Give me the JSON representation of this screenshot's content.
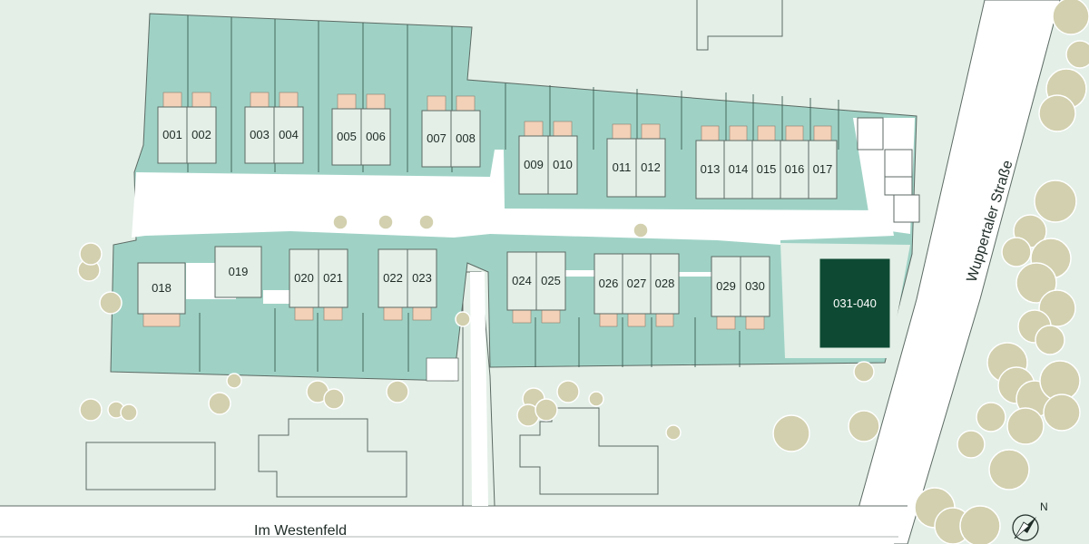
{
  "map": {
    "units": [
      "001",
      "002",
      "003",
      "004",
      "005",
      "006",
      "007",
      "008",
      "009",
      "010",
      "011",
      "012",
      "013",
      "014",
      "015",
      "016",
      "017",
      "018",
      "019",
      "020",
      "021",
      "022",
      "023",
      "024",
      "025",
      "026",
      "027",
      "028",
      "029",
      "030"
    ],
    "selected_unit": "031-040",
    "streets": {
      "main": "Wuppertaler Straße",
      "side": "Im Westenfeld"
    },
    "north_label": "N",
    "colors": {
      "background": "#e3efe7",
      "plots": "#9fd2c5",
      "paths": "#ffffff",
      "terraces": "#f2d1b8",
      "trees": "#d2d0ae",
      "selected": "#0e4a33"
    }
  }
}
